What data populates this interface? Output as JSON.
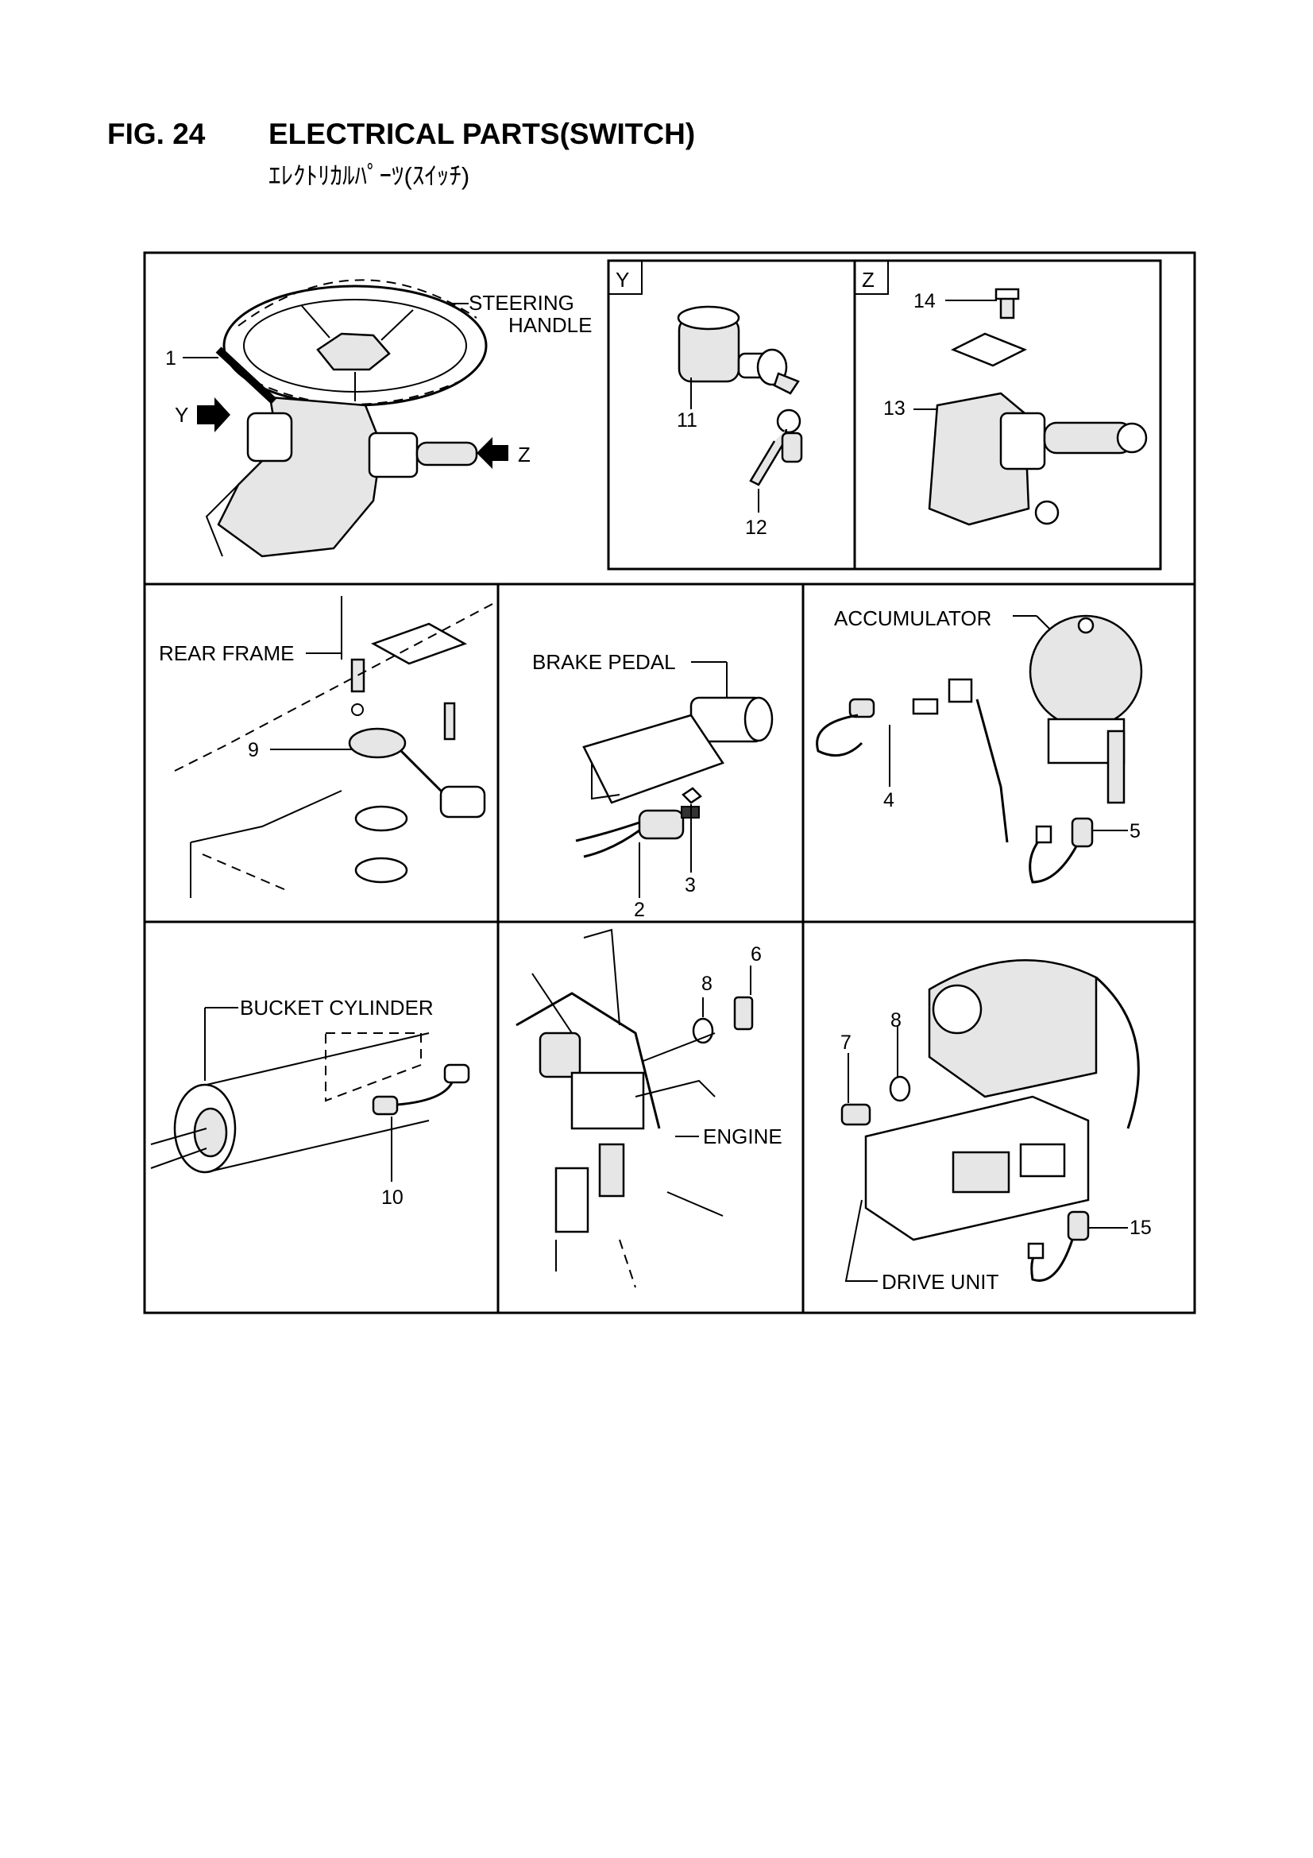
{
  "figure": {
    "number": "FIG. 24",
    "title": "ELECTRICAL PARTS(SWITCH)",
    "subtitle": "ｴﾚｸﾄﾘｶﾙﾊﾟｰﾂ(ｽｲｯﾁ)"
  },
  "labels": {
    "steering_line1": "STEERING",
    "steering_line2": "HANDLE",
    "view_y": "Y",
    "view_z": "Z",
    "rear_frame": "REAR FRAME",
    "brake_pedal": "BRAKE PEDAL",
    "accumulator": "ACCUMULATOR",
    "bucket_cylinder": "BUCKET CYLINDER",
    "engine": "ENGINE",
    "drive_unit": "DRIVE UNIT"
  },
  "callouts": {
    "p1": "1",
    "p2": "2",
    "p3": "3",
    "p4": "4",
    "p5": "5",
    "p6": "6",
    "p7": "7",
    "p8a": "8",
    "p8b": "8",
    "p9": "9",
    "p10": "10",
    "p11": "11",
    "p12": "12",
    "p13": "13",
    "p14": "14",
    "p15": "15"
  }
}
